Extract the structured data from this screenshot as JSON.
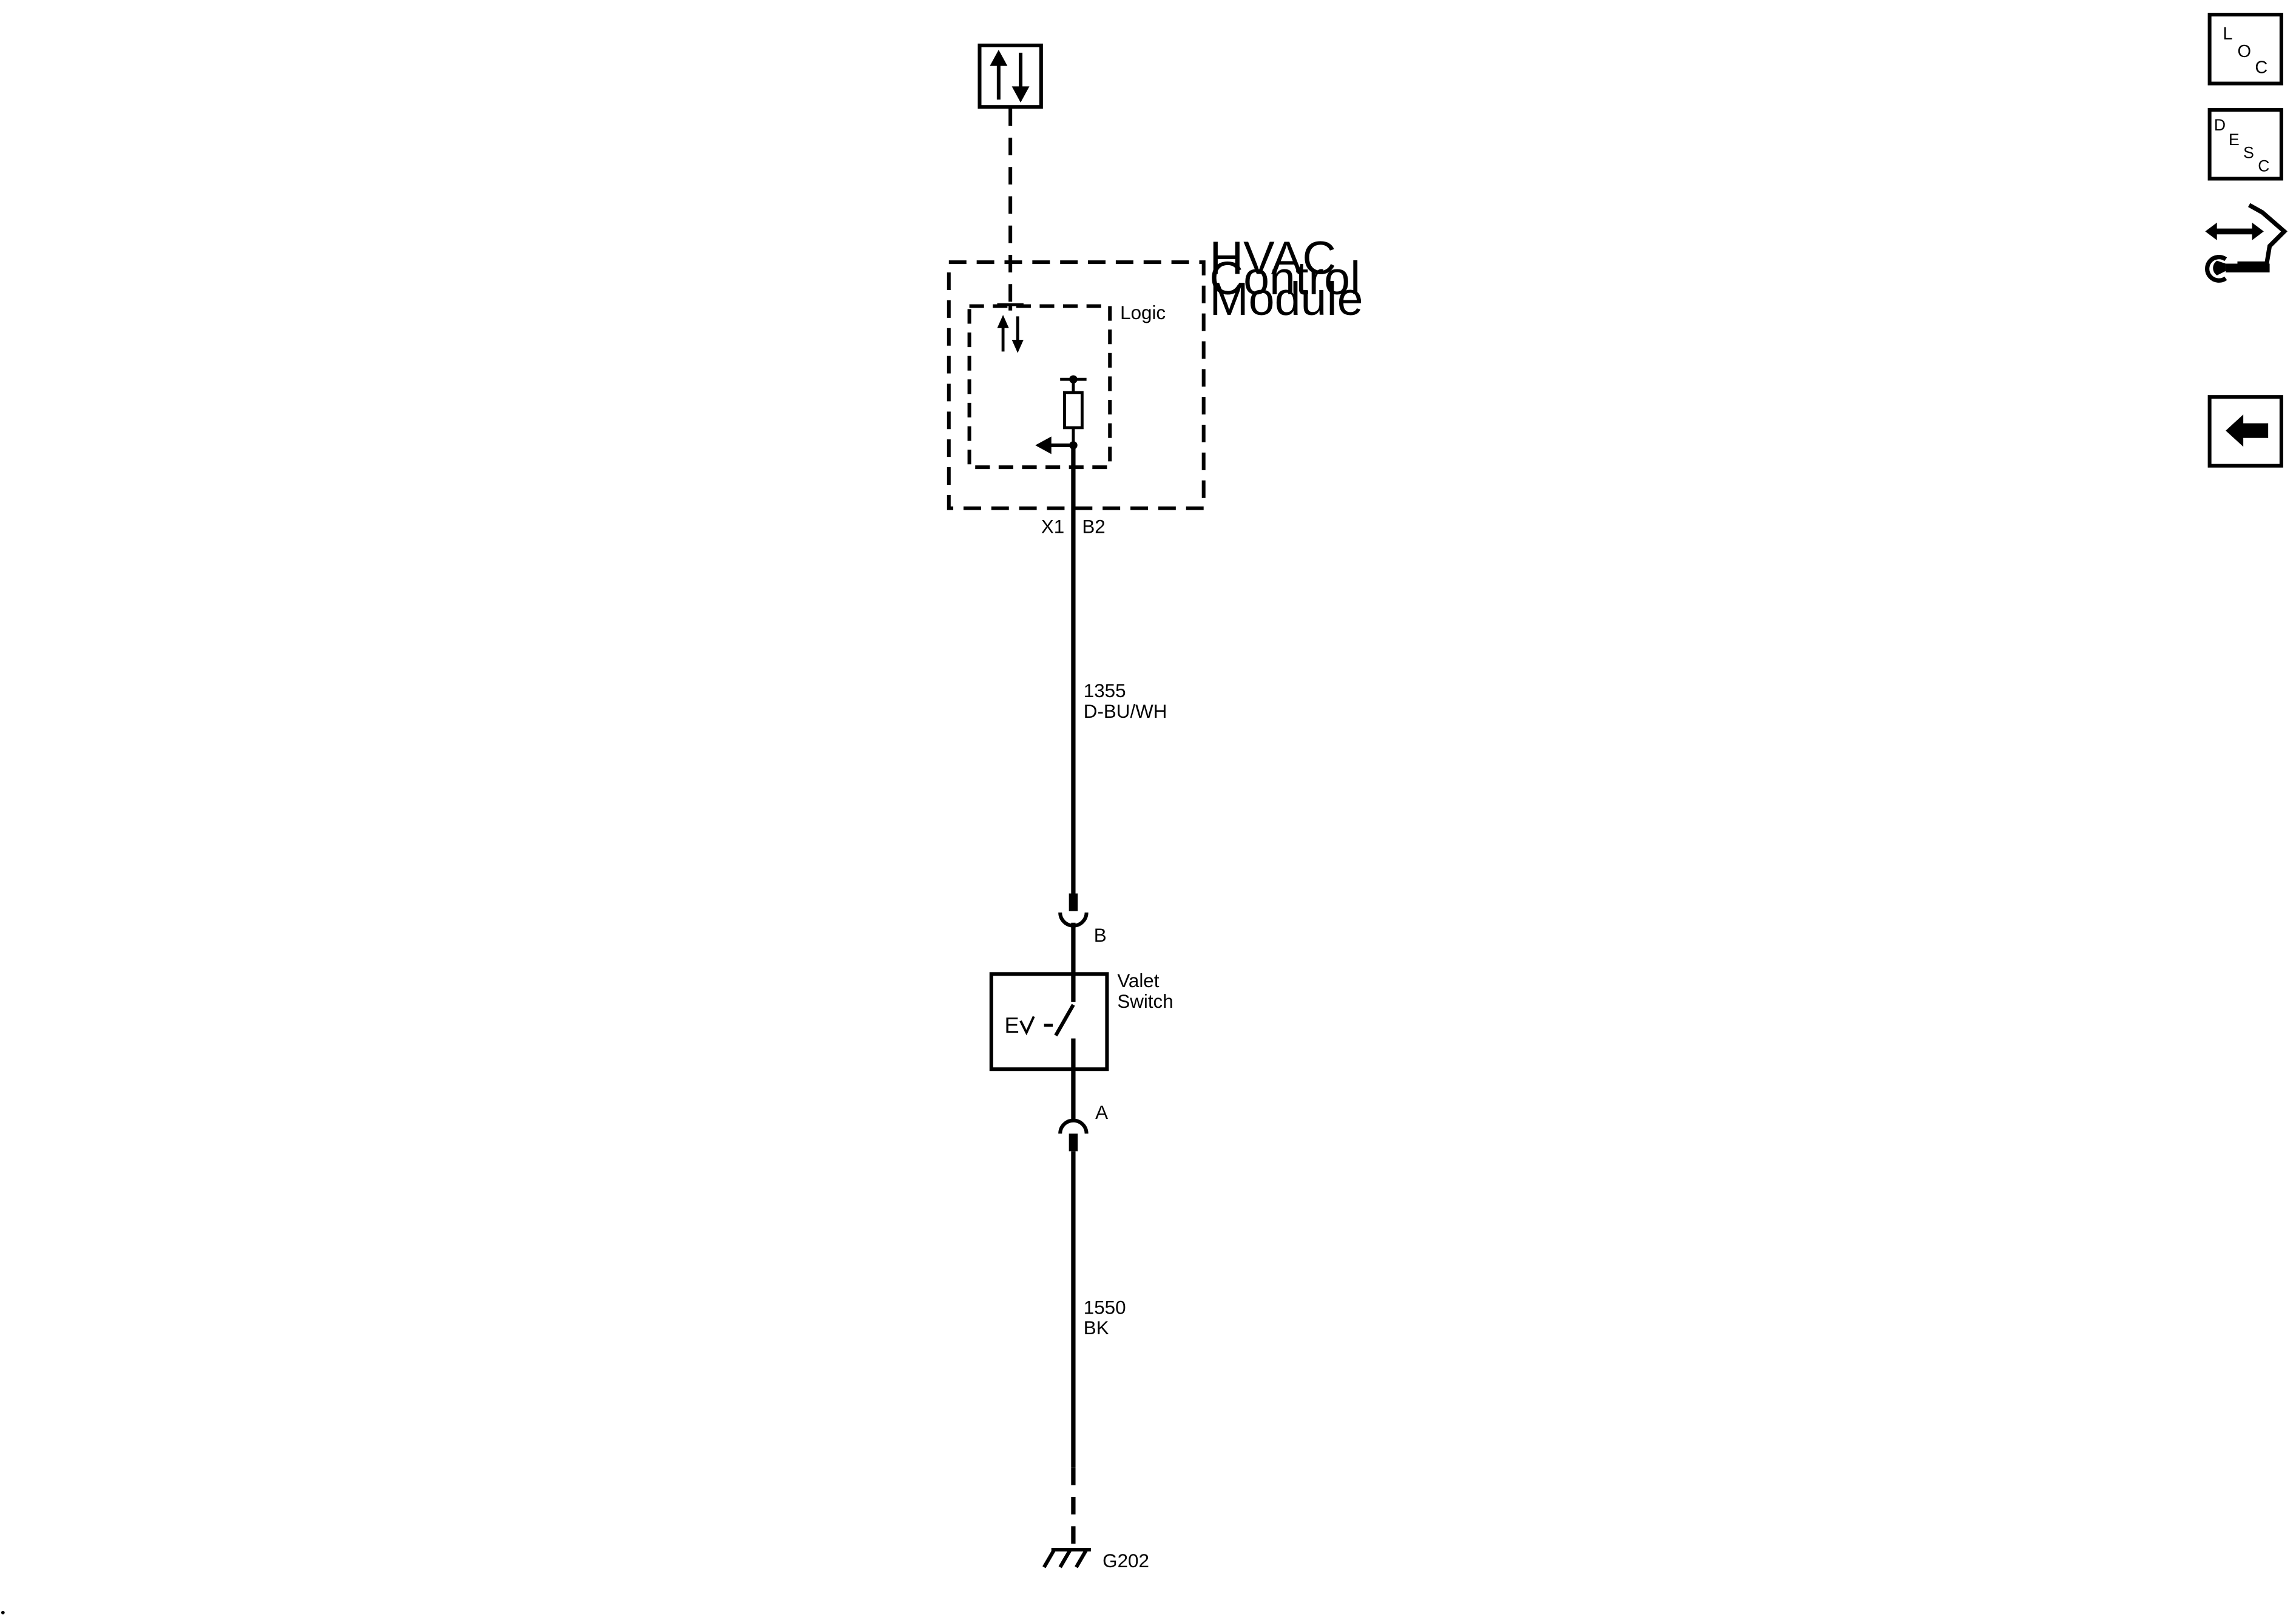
{
  "module": {
    "name_lines": [
      "HVAC",
      "Control",
      "Module"
    ],
    "logic_label": "Logic",
    "connector": "X1",
    "pin": "B2"
  },
  "wires": [
    {
      "circuit": "1355",
      "color": "D-BU/WH"
    },
    {
      "circuit": "1550",
      "color": "BK"
    }
  ],
  "switch": {
    "name_lines": [
      "Valet",
      "Switch"
    ],
    "pin_top": "B",
    "pin_bottom": "A",
    "symbol_text": "E"
  },
  "ground": {
    "label": "G202"
  },
  "side_nav": {
    "loc": {
      "letters": [
        "L",
        "O",
        "C"
      ],
      "icon": "location-icon"
    },
    "desc": {
      "letters": [
        "D",
        "E",
        "S",
        "C"
      ],
      "icon": "description-icon"
    },
    "connector_icon": "connector-view-icon",
    "back_icon": "back-arrow-icon"
  },
  "colors": {
    "line": "#000000",
    "background": "#ffffff"
  }
}
